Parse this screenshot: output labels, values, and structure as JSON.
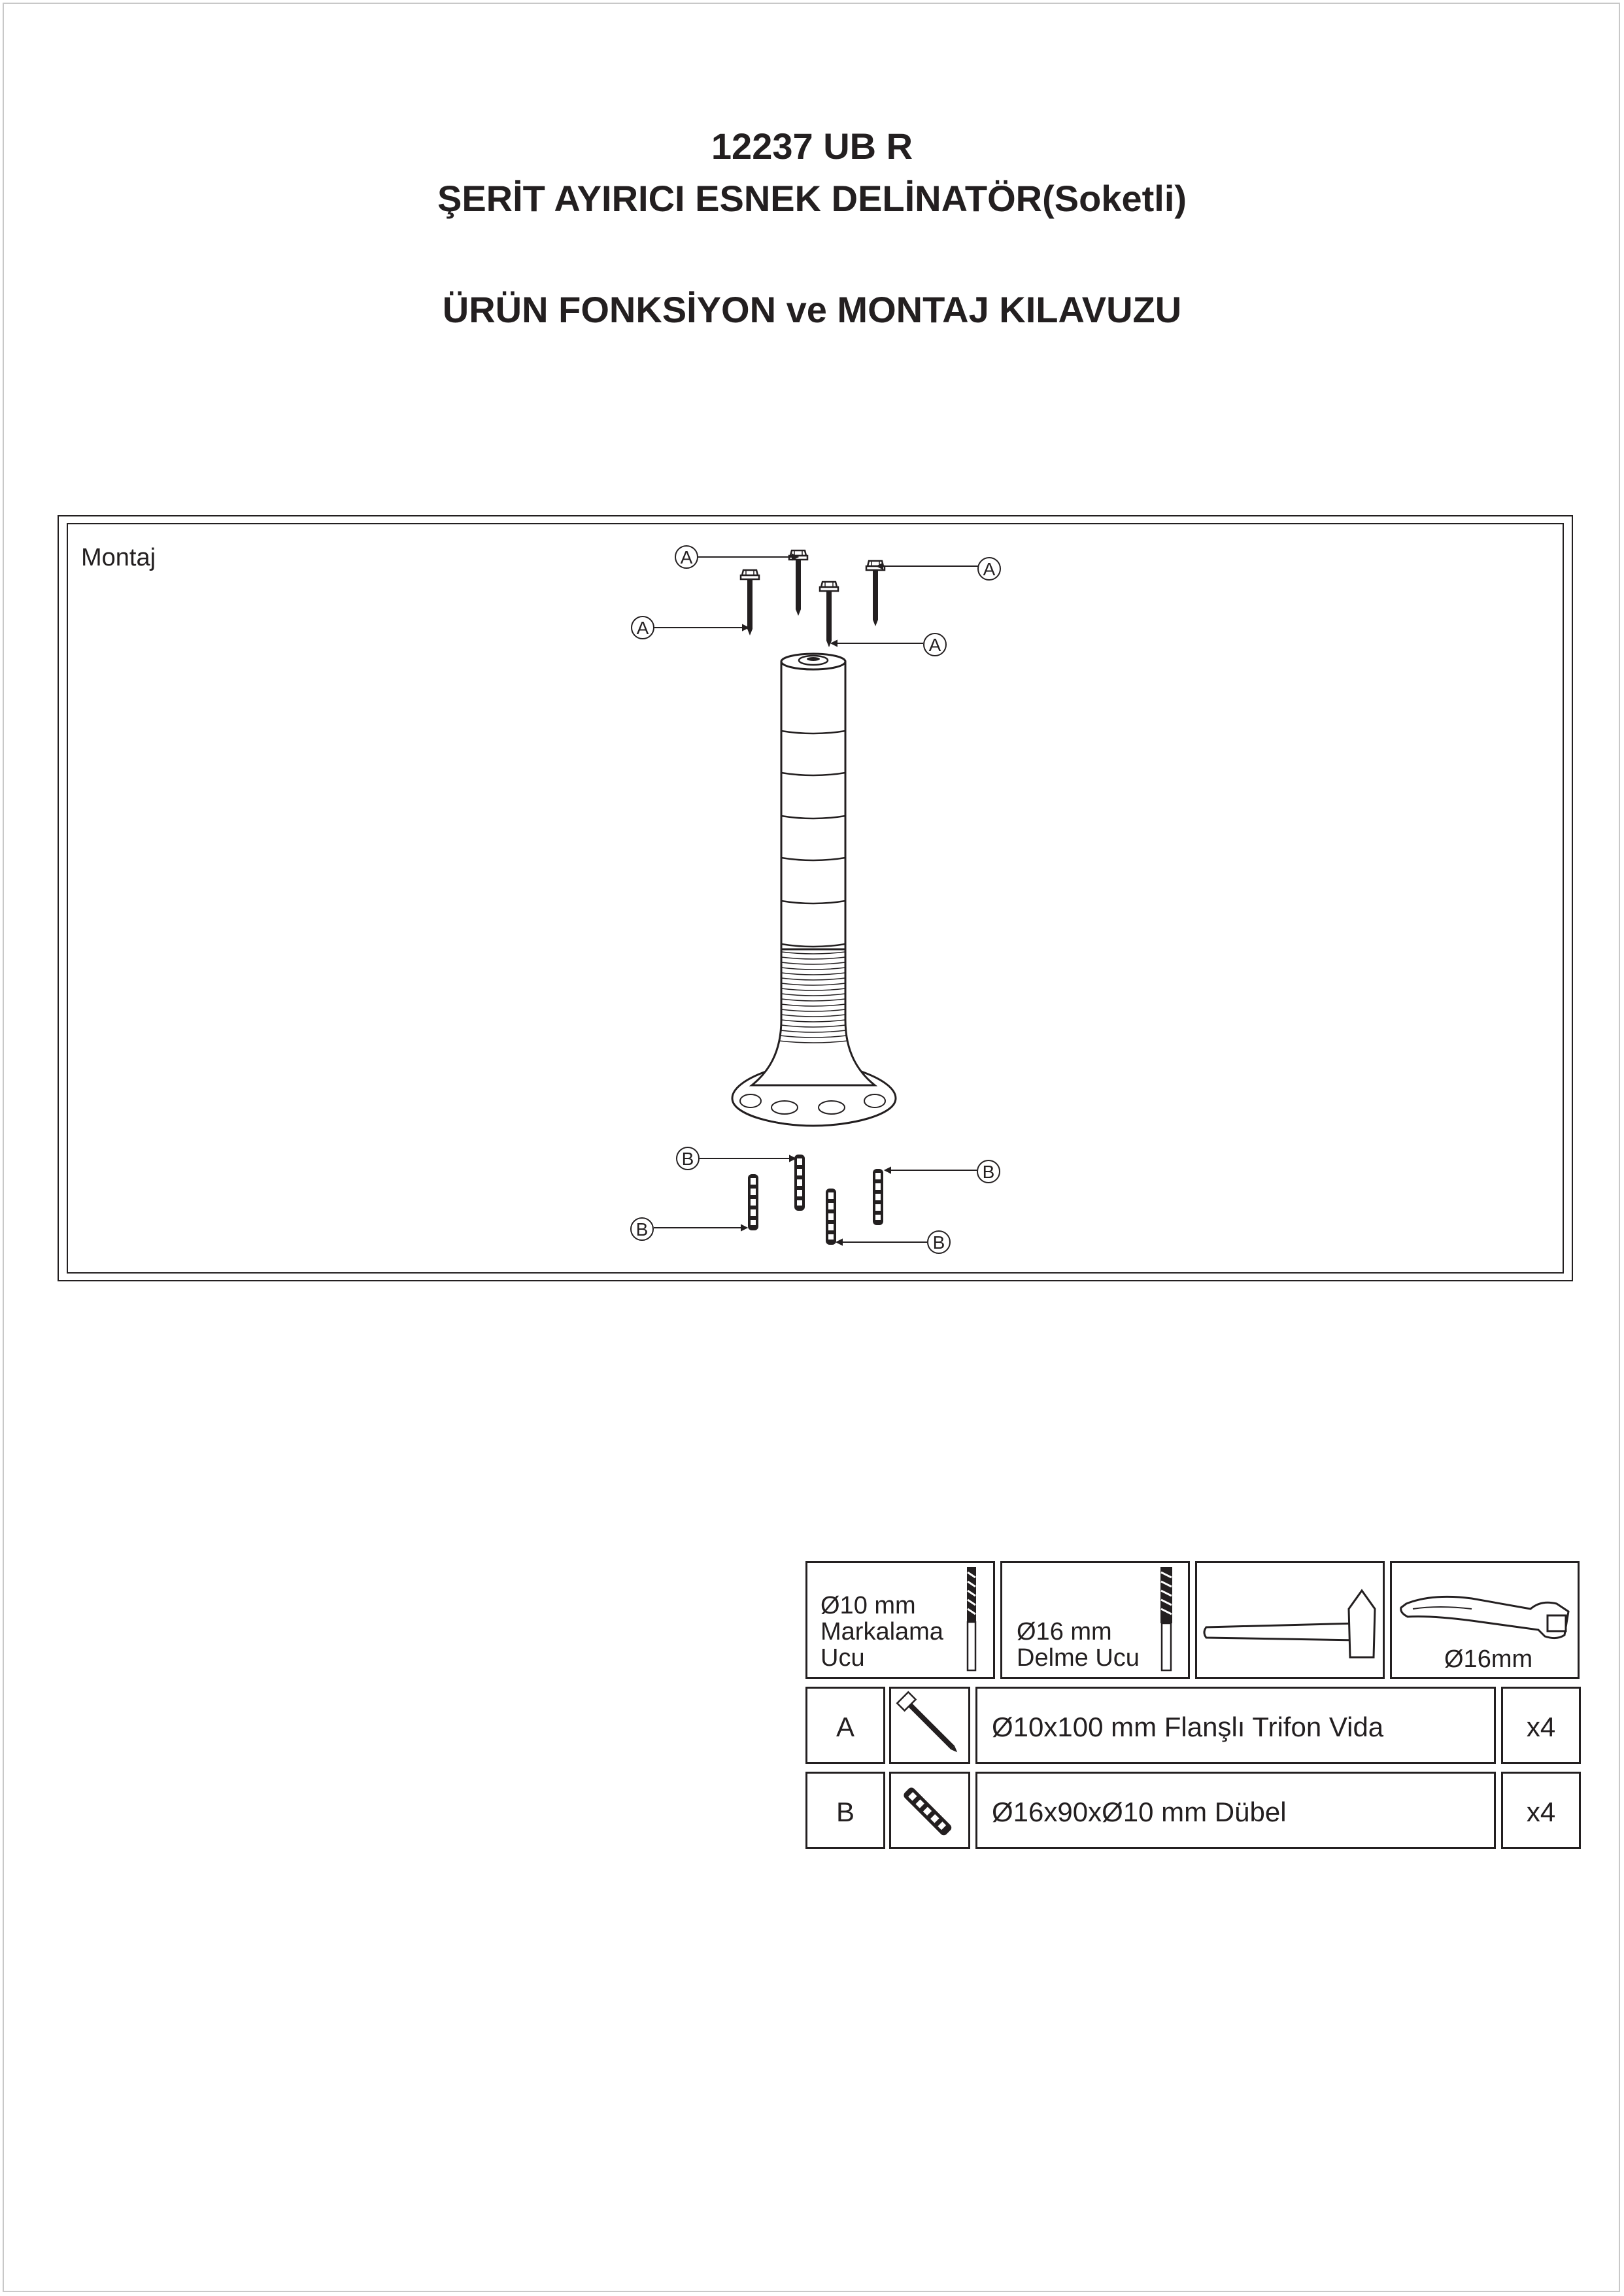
{
  "title": {
    "code": "12237 UB R",
    "product": "ŞERİT AYIRICI ESNEK DELİNATÖR(Soketli)",
    "subtitle": "ÜRÜN FONKSİYON ve MONTAJ KILAVUZU"
  },
  "assembly": {
    "label": "Montaj",
    "screw_callout": "A",
    "anchor_callout": "B"
  },
  "tools": [
    {
      "name": "marking-drill-bit",
      "lines": [
        "Ø10 mm",
        "Markalama",
        "Ucu"
      ]
    },
    {
      "name": "drill-bit",
      "lines": [
        "Ø16 mm",
        "Delme Ucu"
      ]
    },
    {
      "name": "hammer",
      "lines": []
    },
    {
      "name": "ratchet-wrench",
      "lines": [
        "Ø16mm"
      ]
    }
  ],
  "parts": [
    {
      "letter": "A",
      "icon": "screw-icon",
      "description": "Ø10x100 mm Flanşlı Trifon Vida",
      "qty": "x4"
    },
    {
      "letter": "B",
      "icon": "wall-plug-icon",
      "description": "Ø16x90xØ10 mm Dübel",
      "qty": "x4"
    }
  ]
}
